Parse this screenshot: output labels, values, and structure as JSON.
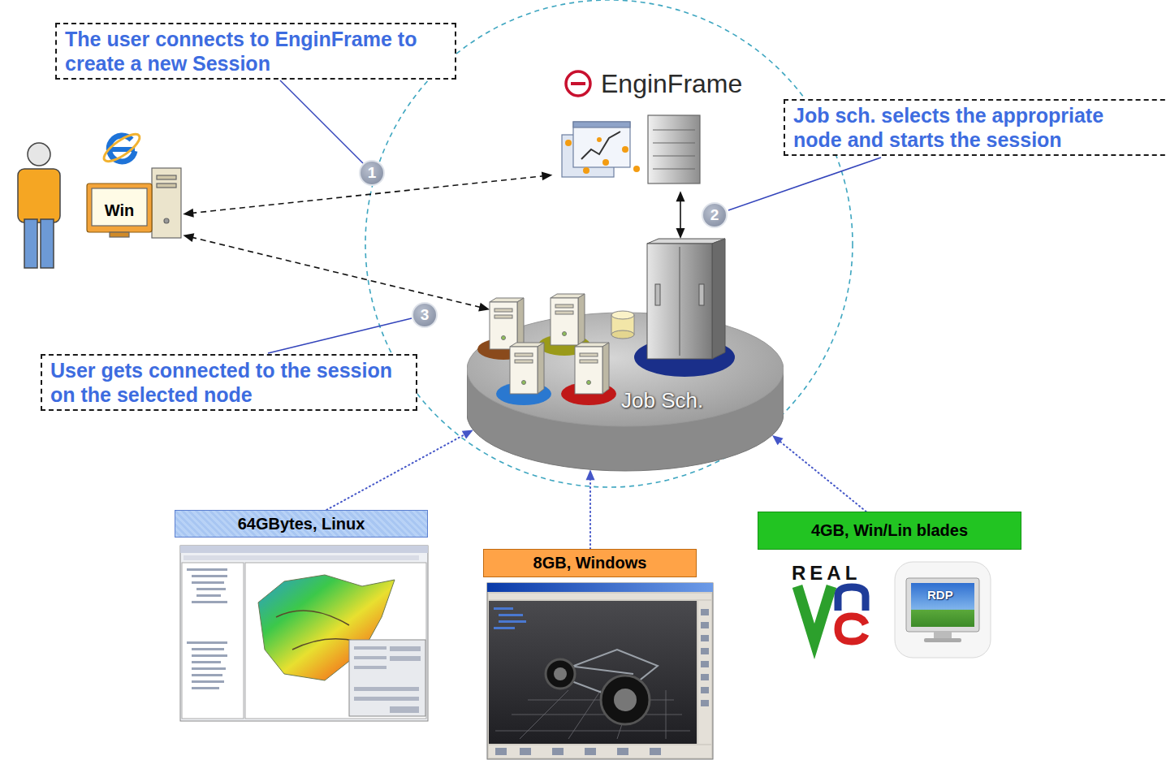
{
  "diagram": {
    "nodes": [
      {
        "text": [
          "The user connects to EnginFrame to create a new Session"
        ]
      },
      {
        "text": [
          "Win"
        ]
      },
      {
        "text": [
          "EnginFrame"
        ]
      },
      {
        "text": [
          "Job sch. selects the appropriate node and starts the session"
        ]
      },
      {
        "text": [
          "Job Sch."
        ]
      },
      {
        "text": [
          "User gets connected to the session on the selected node"
        ]
      },
      {
        "text": [
          "64GBytes, Linux"
        ]
      },
      {
        "text": [
          "8GB, Windows"
        ]
      },
      {
        "text": [
          "4GB, Win/Lin blades"
        ]
      }
    ],
    "edges": [
      {
        "from": 1,
        "to": 2,
        "arrow": "both"
      },
      {
        "from": 2,
        "to": 4,
        "arrow": "both"
      },
      {
        "from": 1,
        "to": 4,
        "arrow": "both"
      },
      {
        "from": 6,
        "to": 4,
        "arrow": "to"
      },
      {
        "from": 7,
        "to": 4,
        "arrow": "to"
      },
      {
        "from": 8,
        "to": 4,
        "arrow": "to"
      }
    ],
    "labels": [
      "1",
      "2",
      "3",
      "REAL",
      "RDP"
    ]
  }
}
